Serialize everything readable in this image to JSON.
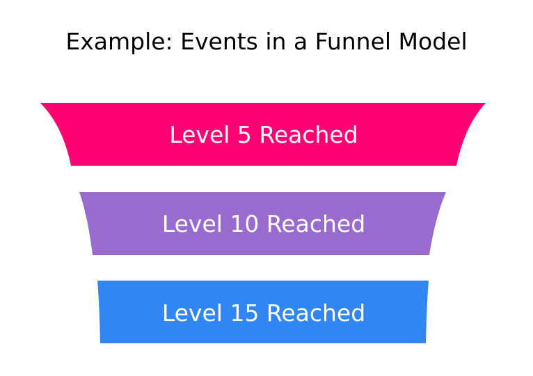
{
  "title": "Example: Events in a Funnel Model",
  "stages": [
    {
      "label": "Level 5 Reached",
      "color": "#FF0074"
    },
    {
      "label": "Level 10 Reached",
      "color": "#9A6BCF"
    },
    {
      "label": "Level 15 Reached",
      "color": "#3186F3"
    }
  ]
}
